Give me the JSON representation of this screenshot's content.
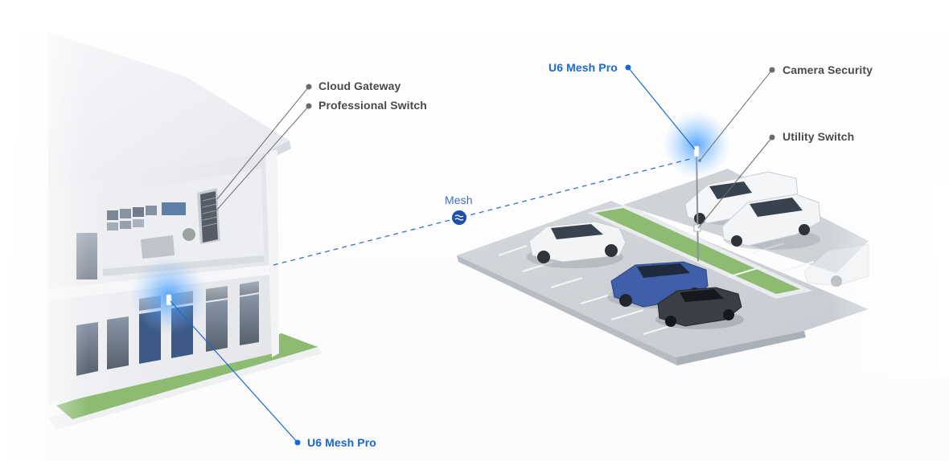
{
  "labels": {
    "cloud_gateway": "Cloud Gateway",
    "professional_switch": "Professional Switch",
    "mesh": "Mesh",
    "u6_mesh_pro_top": "U6 Mesh Pro",
    "u6_mesh_pro_bottom": "U6 Mesh Pro",
    "camera_security": "Camera Security",
    "utility_switch": "Utility Switch"
  },
  "colors": {
    "accent_blue": "#1a67d8",
    "leader_gray": "#6b6b6b",
    "wifi_glow": "#4aa8ff",
    "grass": "#8dbb72"
  },
  "icons": {
    "mesh_badge": "wifi-mesh-icon"
  }
}
